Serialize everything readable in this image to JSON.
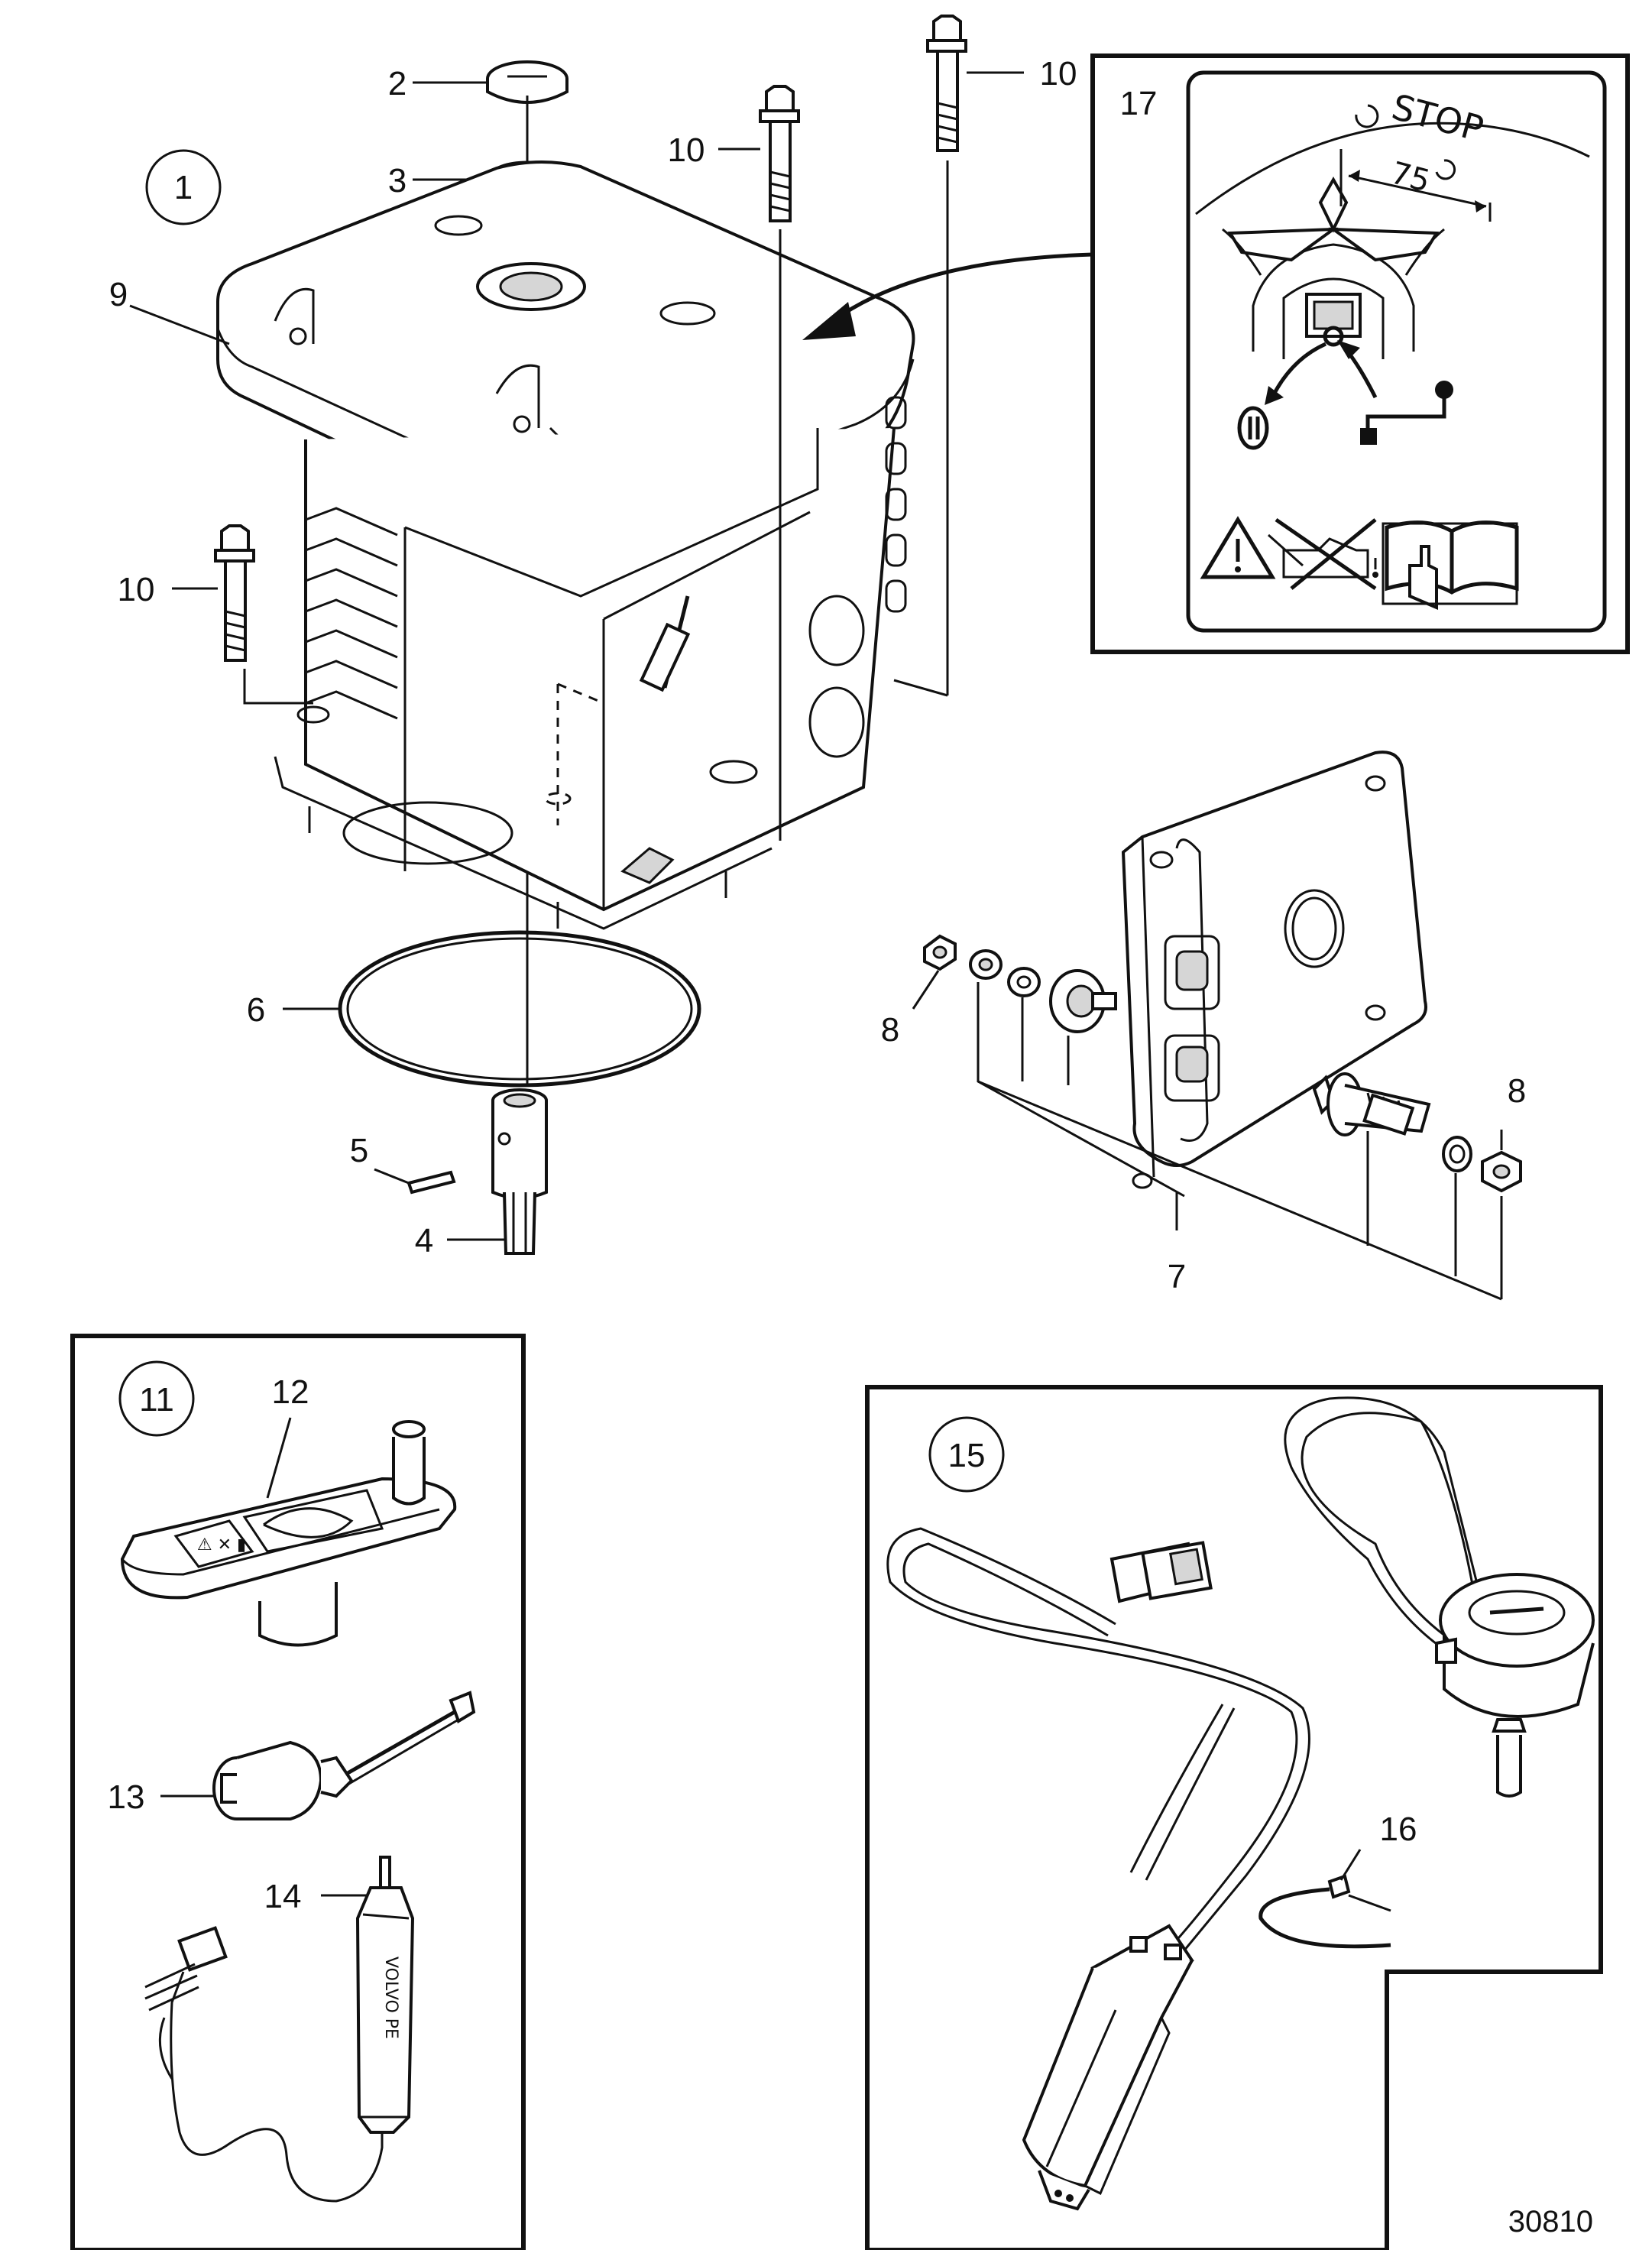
{
  "figure_id": "30810",
  "callouts": {
    "c1": "1",
    "c2": "2",
    "c3": "3",
    "c4": "4",
    "c5": "5",
    "c6": "6",
    "c7": "7",
    "c8a": "8",
    "c8b": "8",
    "c9": "9",
    "c10a": "10",
    "c10b": "10",
    "c10c": "10",
    "c11": "11",
    "c12": "12",
    "c13": "13",
    "c14": "14",
    "c15": "15",
    "c16": "16",
    "c17": "17"
  },
  "decal": {
    "stop_label": "STOP",
    "angle_label": "75"
  },
  "tool_text": "VOLVO PE",
  "icons": [
    "warning-triangle-icon",
    "no-oil-can-icon",
    "read-manual-icon",
    "rotation-arrow-icon",
    "lever-icon"
  ]
}
